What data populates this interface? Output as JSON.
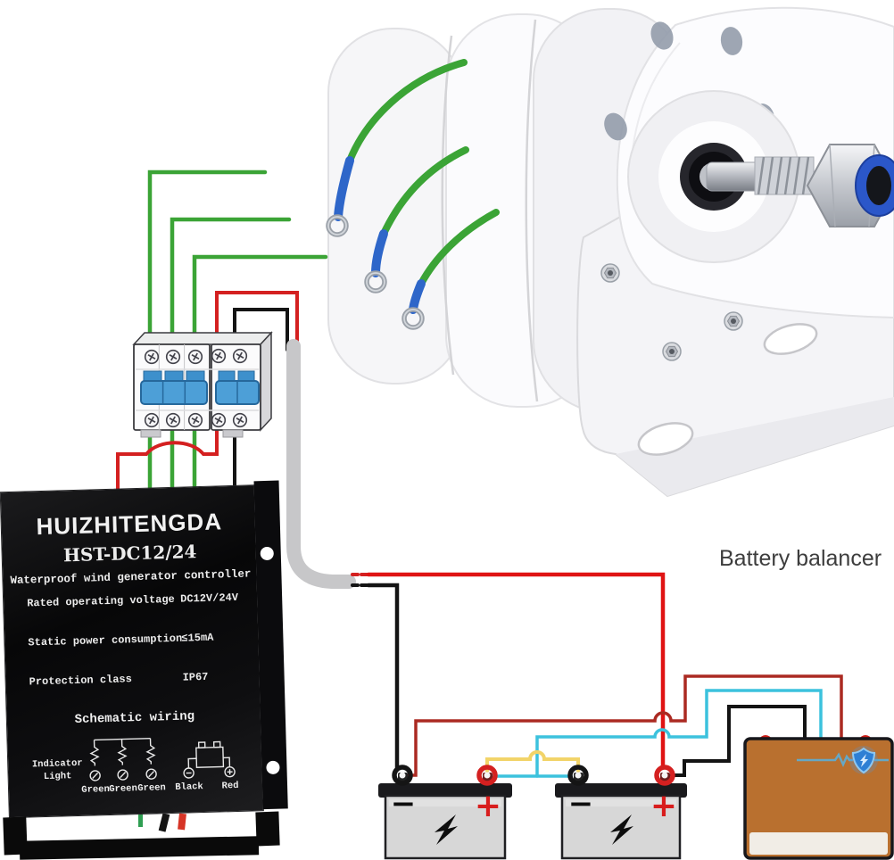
{
  "annotation": {
    "battery_balancer_label": "Battery balancer"
  },
  "controller": {
    "brand": "HUIZHITENGDA",
    "model": "HST-DC12/24",
    "subtitle": "Waterproof wind generator controller",
    "specs": [
      {
        "label": "Rated operating voltage",
        "value": "DC12V/24V"
      },
      {
        "label": "Static power consumption",
        "value": "≤15mA"
      },
      {
        "label": "Protection class",
        "value": "IP67"
      }
    ],
    "schematic_title": "Schematic wiring",
    "indicator_line1": "Indicator",
    "indicator_line2": "Light",
    "phase_labels": [
      "Green",
      "Green",
      "Green"
    ],
    "output_labels": {
      "negative": "Black",
      "positive": "Red"
    }
  },
  "batteries": [
    {
      "minus": "−",
      "plus": "+"
    },
    {
      "minus": "−",
      "plus": "+"
    }
  ],
  "colors": {
    "wire_green": "#3ba436",
    "wire_red": "#d42020",
    "wire_dark_red": "#ab2a22",
    "wire_black": "#141414",
    "wire_cyan": "#3cc2dd",
    "wire_yellow": "#f2d469",
    "cable_gray": "#c7c7c9",
    "breaker_handle_blue": "#4d9fd7",
    "balancer_orange": "#b9702f",
    "battery_gray": "#d7d7d7"
  }
}
